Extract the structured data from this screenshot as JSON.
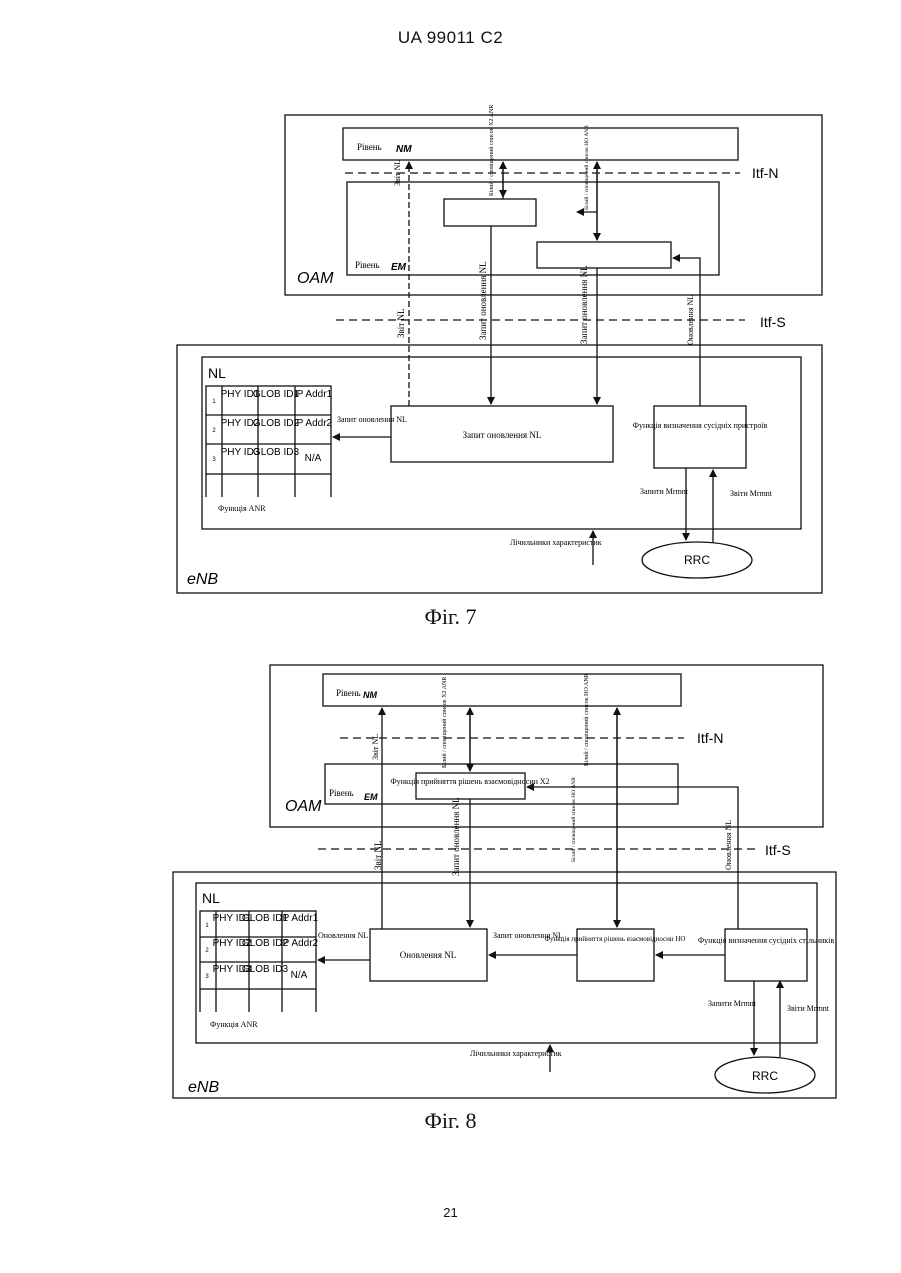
{
  "header": "UA   99011   C2",
  "page_number": "21",
  "fig7": {
    "caption": "Фіг. 7",
    "oam": "OAM",
    "nm_level_prefix": "Рівень",
    "nm_level_suffix": "NM",
    "em_level_prefix": "Рівень",
    "em_level_suffix": "EM",
    "itf_n": "Itf-N",
    "itf_s": "Itf-S",
    "report_nl_top": "Звіт NL",
    "whitelist_x2": "Білий / сповіщений список X2 ANR",
    "whitelist_ho": "Білий / сповіщений список HO ANR",
    "report_nl": "Звіт NL",
    "update_request_nl_1": "Запит оновлення NL",
    "update_request_nl_2": "Запит оновлення NL",
    "update_nl_vert": "Оновлення NL",
    "nl": "NL",
    "table": [
      [
        "1",
        "PHY ID1",
        "GLOB ID1",
        "IP Addr1"
      ],
      [
        "2",
        "PHY ID2",
        "GLOB ID2",
        "IP Addr2"
      ],
      [
        "3",
        "PHY ID3",
        "GLOB ID3",
        "N/A"
      ]
    ],
    "anr_function": "Функція ANR",
    "update_request_label": "Запит оновлення NL",
    "update_request_box": "Запит оновлення NL",
    "neighbor_function": "Функція визначення сусідніх пристроїв",
    "mrmnt_requests": "Запити Mrmnt",
    "mrmnt_reports": "Звіти Mrmnt",
    "perf_counters": "Лічильники характеристик",
    "rrc": "RRC",
    "enb": "eNB"
  },
  "fig8": {
    "caption": "Фіг. 8",
    "oam": "OAM",
    "nm_level_prefix": "Рівень",
    "nm_level_suffix": "NM",
    "em_level_prefix": "Рівень",
    "em_level_suffix": "EM",
    "itf_n": "Itf-N",
    "itf_s": "Itf-S",
    "report_nl_top": "Звіт NL",
    "whitelist_x2": "Білий / сповіщений список X2 ANR",
    "whitelist_ho": "Білий / сповіщений список HO ANR",
    "x2_decision": "Функція прийняття рішень взаємовідносин X2",
    "report_nl": "Звіт NL",
    "update_request_nl": "Запит оновлення NL",
    "whitelist_ho_small": "Білий / сповіщений список HO ANR",
    "update_nl_vert": "Оновлення NL",
    "nl": "NL",
    "table": [
      [
        "1",
        "PHY ID1",
        "GLOB ID1",
        "IP Addr1"
      ],
      [
        "2",
        "PHY ID2",
        "GLOB ID2",
        "IP Addr2"
      ],
      [
        "3",
        "PHY ID3",
        "GLOB ID3",
        "N/A"
      ]
    ],
    "anr_function": "Функція ANR",
    "update_nl_label": "Оновлення NL",
    "update_nl_box": "Оновлення NL",
    "update_request_label": "Запит оновлення NL",
    "ho_decision": "Функція прийняття рішень взаємовідносин HO",
    "neighbor_function": "Функція визначення сусідніх стільників",
    "mrmnt_requests": "Запити Mrmnt",
    "mrmnt_reports": "Звіти Mrmnt",
    "perf_counters": "Лічильники характеристик",
    "rrc": "RRC",
    "enb": "eNB"
  }
}
